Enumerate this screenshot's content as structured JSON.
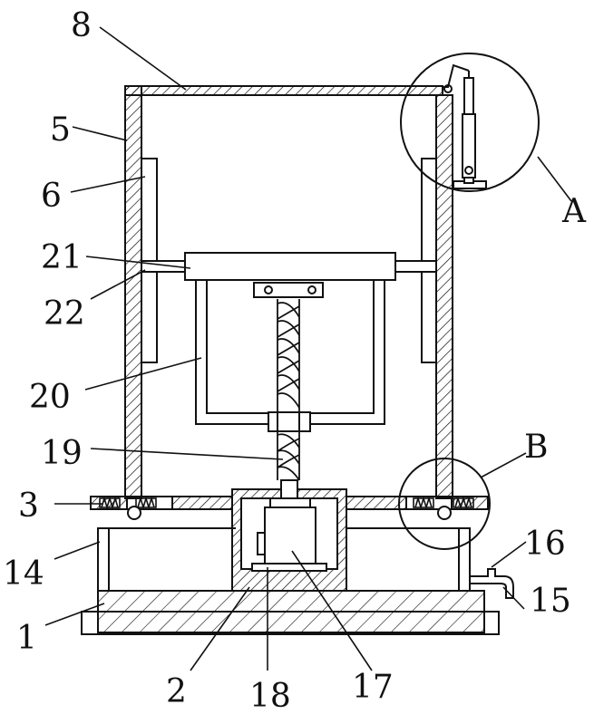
{
  "labels": {
    "l1": "1",
    "l2": "2",
    "l3": "3",
    "l5": "5",
    "l6": "6",
    "l8": "8",
    "l14": "14",
    "l15": "15",
    "l16": "16",
    "l17": "17",
    "l18": "18",
    "l19": "19",
    "l20": "20",
    "l21": "21",
    "l22": "22",
    "lA": "A",
    "lB": "B"
  },
  "colors": {
    "stroke": "#111111",
    "background": "#ffffff"
  }
}
